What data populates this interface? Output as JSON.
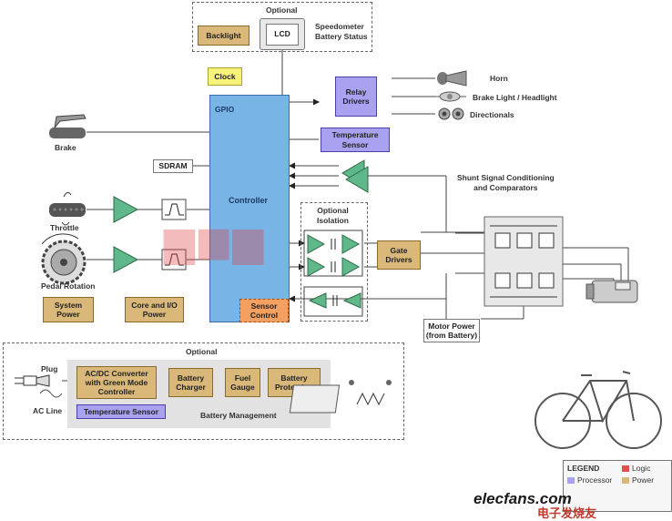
{
  "top_optional": {
    "title": "Optional",
    "backlight": "Backlight",
    "lcd": "LCD",
    "caption": "Speedometer\nBattery Status"
  },
  "clock": "Clock",
  "controller_block": {
    "gpio": "GPIO",
    "controller": "Controller"
  },
  "sdram": "SDRAM",
  "relay_drivers": "Relay\nDrivers",
  "temperature_sensor": "Temperature\nSensor",
  "outputs": {
    "horn": "Horn",
    "brake_light": "Brake Light / Headlight",
    "directionals": "Directionals"
  },
  "inputs": {
    "brake": "Brake",
    "throttle": "Throttle",
    "pedal_rotation": "Pedal Rotation"
  },
  "shunt_label": "Shunt Signal Conditioning\nand Comparators",
  "isolation": {
    "title": "Optional\nIsolation"
  },
  "gate_drivers": "Gate\nDrivers",
  "sensor_control": "Sensor\nControl",
  "system_power": "System\nPower",
  "core_io_power": "Core and I/O\nPower",
  "motor_power": "Motor Power\n(from Battery)",
  "bottom_optional": {
    "title": "Optional",
    "plug": "Plug",
    "ac_line": "AC Line",
    "acdc": "AC/DC Converter\nwith  Green Mode\nController",
    "battery_charger": "Battery\nCharger",
    "fuel_gauge": "Fuel\nGauge",
    "battery_protection": "Battery\nProtection",
    "temperature_sensor": "Temperature Sensor",
    "battery_management": "Battery Management"
  },
  "legend": {
    "title": "LEGEND",
    "items": [
      "Logic",
      "Processor",
      "Power"
    ],
    "colors": {
      "logic": "#e05050",
      "processor": "#a8a2f0",
      "power": "#d9b87a"
    }
  },
  "watermark": {
    "site": "elecfans.com",
    "cn": "电子发烧友"
  },
  "colors": {
    "controller": "#78b4e6",
    "amplifier": "#5fb88a"
  }
}
